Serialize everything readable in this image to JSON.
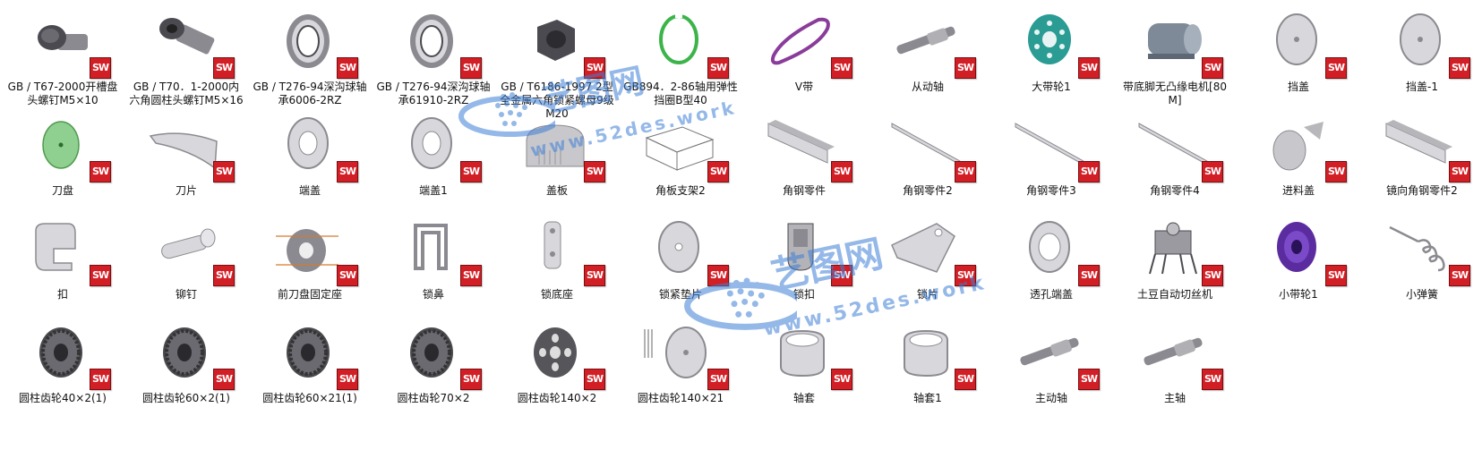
{
  "watermark": {
    "brand": "艺图网",
    "url": "www.52des.work",
    "color": "#3d7fd6"
  },
  "badge_label": "SW",
  "files": [
    {
      "label": "GB / T67-2000开槽盘头螺钉M5×10",
      "icon": "screw-icon"
    },
    {
      "label": "GB / T70．1-2000内六角圆柱头螺钉M5×16",
      "icon": "socket-screw-icon"
    },
    {
      "label": "GB / T276-94深沟球轴承6006-2RZ",
      "icon": "bearing-icon"
    },
    {
      "label": "GB / T276-94深沟球轴承61910-2RZ",
      "icon": "bearing-icon"
    },
    {
      "label": "GB / T6186-1997 2型全金属六角锁紧螺母9级M20",
      "icon": "nut-icon"
    },
    {
      "label": "GB894．2-86轴用弹性挡圈B型40",
      "icon": "retaining-ring-icon"
    },
    {
      "label": "V带",
      "icon": "v-belt-icon"
    },
    {
      "label": "从动轴",
      "icon": "shaft-icon"
    },
    {
      "label": "大带轮1",
      "icon": "pulley-icon"
    },
    {
      "label": "带底脚无凸缘电机[80M]",
      "icon": "motor-icon"
    },
    {
      "label": "挡盖",
      "icon": "disc-icon"
    },
    {
      "label": "挡盖-1",
      "icon": "disc-icon"
    },
    {
      "label": "刀盘",
      "icon": "cutter-disc-icon"
    },
    {
      "label": "刀片",
      "icon": "blade-icon"
    },
    {
      "label": "端盖",
      "icon": "end-cap-icon"
    },
    {
      "label": "端盖1",
      "icon": "end-cap-icon"
    },
    {
      "label": "盖板",
      "icon": "cover-plate-icon"
    },
    {
      "label": "角板支架2",
      "icon": "frame-icon"
    },
    {
      "label": "角钢零件",
      "icon": "angle-steel-icon"
    },
    {
      "label": "角钢零件2",
      "icon": "long-bar-icon"
    },
    {
      "label": "角钢零件3",
      "icon": "long-bar-icon"
    },
    {
      "label": "角钢零件4",
      "icon": "long-bar-icon"
    },
    {
      "label": "进料盖",
      "icon": "feed-cover-icon"
    },
    {
      "label": "镜向角钢零件2",
      "icon": "angle-steel-icon"
    },
    {
      "label": "扣",
      "icon": "clasp-icon"
    },
    {
      "label": "铆钉",
      "icon": "rivet-icon"
    },
    {
      "label": "前刀盘固定座",
      "icon": "mount-icon"
    },
    {
      "label": "锁鼻",
      "icon": "lock-hasp-icon"
    },
    {
      "label": "锁底座",
      "icon": "lock-base-icon"
    },
    {
      "label": "锁紧垫片",
      "icon": "washer-icon"
    },
    {
      "label": "锁扣",
      "icon": "latch-icon"
    },
    {
      "label": "锁片",
      "icon": "lock-plate-icon"
    },
    {
      "label": "透孔端盖",
      "icon": "ring-icon"
    },
    {
      "label": "土豆自动切丝机",
      "icon": "machine-icon"
    },
    {
      "label": "小带轮1",
      "icon": "small-pulley-icon"
    },
    {
      "label": "小弹簧",
      "icon": "spring-icon"
    },
    {
      "label": "圆柱齿轮40×2(1)",
      "icon": "gear-icon"
    },
    {
      "label": "圆柱齿轮60×2(1)",
      "icon": "gear-icon"
    },
    {
      "label": "圆柱齿轮60×21(1)",
      "icon": "gear-icon"
    },
    {
      "label": "圆柱齿轮70×2",
      "icon": "gear-icon"
    },
    {
      "label": "圆柱齿轮140×2",
      "icon": "wheel-icon"
    },
    {
      "label": "圆柱齿轮140×21",
      "icon": "gear-disc-icon"
    },
    {
      "label": "轴套",
      "icon": "sleeve-icon"
    },
    {
      "label": "轴套1",
      "icon": "sleeve-icon"
    },
    {
      "label": "主动轴",
      "icon": "shaft-icon"
    },
    {
      "label": "主轴",
      "icon": "shaft-icon"
    }
  ]
}
